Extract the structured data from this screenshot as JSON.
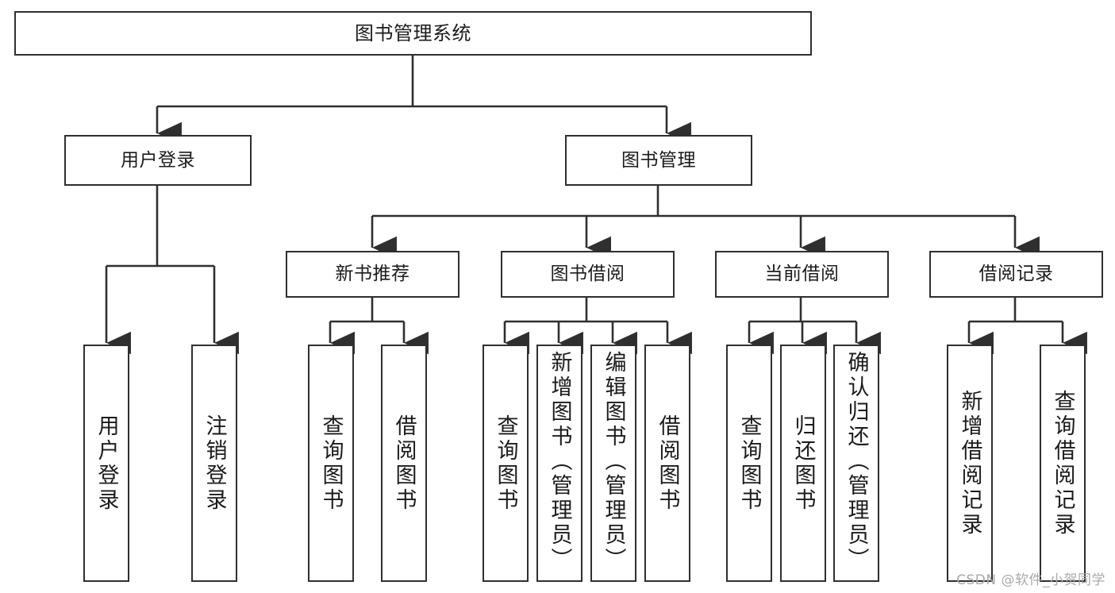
{
  "diagram": {
    "title": "图书管理系统",
    "type": "tree",
    "watermark": "CSDN @软件_小贺同学",
    "colors": {
      "stroke": "#2f2f2f",
      "fill": "#ffffff",
      "text": "#1b1b1b",
      "watermark": "#a9a9a9"
    },
    "root": {
      "label": "图书管理系统"
    },
    "level2": [
      {
        "label": "用户登录"
      },
      {
        "label": "图书管理"
      }
    ],
    "level3": [
      {
        "label": "新书推荐"
      },
      {
        "label": "图书借阅"
      },
      {
        "label": "当前借阅"
      },
      {
        "label": "借阅记录"
      }
    ],
    "leaves": {
      "user_login": [
        {
          "label": "用户登录"
        },
        {
          "label": "注销登录"
        }
      ],
      "new_book_recommend": [
        {
          "label": "查询图书"
        },
        {
          "label": "借阅图书"
        }
      ],
      "book_borrow": [
        {
          "label": "查询图书"
        },
        {
          "label": "新增图书（管理员）"
        },
        {
          "label": "编辑图书（管理员）"
        },
        {
          "label": "借阅图书"
        }
      ],
      "current_borrow": [
        {
          "label": "查询图书"
        },
        {
          "label": "归还图书"
        },
        {
          "label": "确认归还（管理员）"
        }
      ],
      "borrow_record": [
        {
          "label": "新增借阅记录"
        },
        {
          "label": "查询借阅记录"
        }
      ]
    }
  }
}
